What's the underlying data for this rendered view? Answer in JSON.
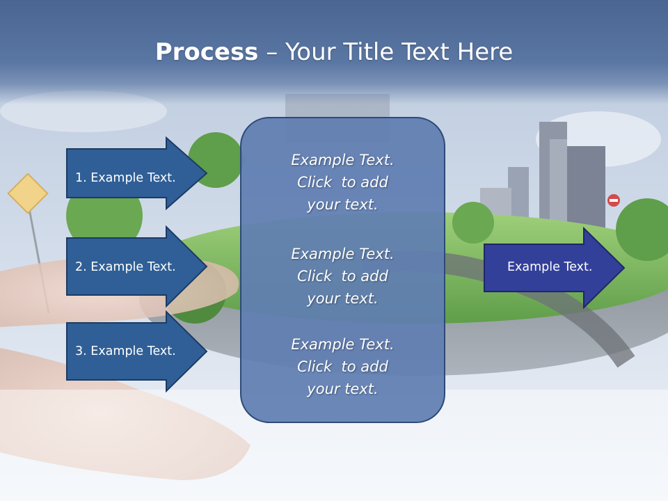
{
  "title": {
    "bold": "Process",
    "rest": " – Your Title Text Here"
  },
  "steps": [
    {
      "label": "1. Example Text."
    },
    {
      "label": "2. Example Text."
    },
    {
      "label": "3. Example Text."
    }
  ],
  "center_box": {
    "paragraphs": [
      {
        "lines": [
          "Example Text.",
          "Click  to add",
          "your text."
        ]
      },
      {
        "lines": [
          "Example Text.",
          "Click  to add",
          "your text."
        ]
      },
      {
        "lines": [
          "Example Text.",
          "Click  to add",
          "your text."
        ]
      }
    ]
  },
  "result": {
    "label": "Example Text."
  },
  "colors": {
    "title_bar": "#4a6592",
    "step_arrow": "#2f5f96",
    "step_border": "#1c3a63",
    "result_arrow": "#33409a",
    "center_box": "#607eb2"
  }
}
